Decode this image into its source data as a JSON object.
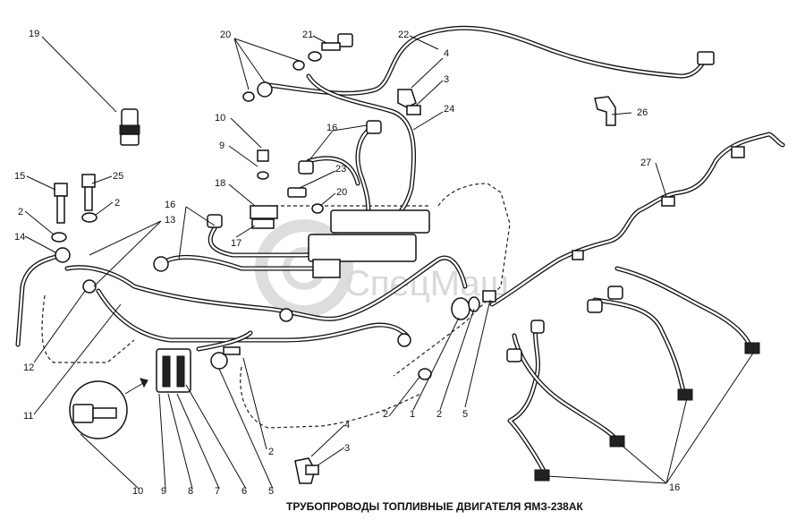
{
  "caption": "ТРУБОПРОВОДЫ ТОПЛИВНЫЕ  ДВИГАТЕЛЯ ЯМЗ-238АК",
  "watermark": "СпецМаш",
  "callouts": [
    {
      "id": "c19",
      "text": "19"
    },
    {
      "id": "c20t",
      "text": "20"
    },
    {
      "id": "c21",
      "text": "21"
    },
    {
      "id": "c22",
      "text": "22"
    },
    {
      "id": "c4t",
      "text": "4"
    },
    {
      "id": "c3t",
      "text": "3"
    },
    {
      "id": "c24",
      "text": "24"
    },
    {
      "id": "c26",
      "text": "26"
    },
    {
      "id": "c10t",
      "text": "10"
    },
    {
      "id": "c16a",
      "text": "16"
    },
    {
      "id": "c9t",
      "text": "9"
    },
    {
      "id": "c23",
      "text": "23"
    },
    {
      "id": "c27",
      "text": "27"
    },
    {
      "id": "c15",
      "text": "15"
    },
    {
      "id": "c25",
      "text": "25"
    },
    {
      "id": "c18",
      "text": "18"
    },
    {
      "id": "c20m",
      "text": "20"
    },
    {
      "id": "c2a",
      "text": "2"
    },
    {
      "id": "c2b",
      "text": "2"
    },
    {
      "id": "c16b",
      "text": "16"
    },
    {
      "id": "c13",
      "text": "13"
    },
    {
      "id": "c17",
      "text": "17"
    },
    {
      "id": "c14",
      "text": "14"
    },
    {
      "id": "c12",
      "text": "12"
    },
    {
      "id": "c11",
      "text": "11"
    },
    {
      "id": "c2c",
      "text": "2"
    },
    {
      "id": "c1",
      "text": "1"
    },
    {
      "id": "c2d",
      "text": "2"
    },
    {
      "id": "c5r",
      "text": "5"
    },
    {
      "id": "c4b",
      "text": "4"
    },
    {
      "id": "c3b",
      "text": "3"
    },
    {
      "id": "c2e",
      "text": "2"
    },
    {
      "id": "c10b",
      "text": "10"
    },
    {
      "id": "c9b",
      "text": "9"
    },
    {
      "id": "c8",
      "text": "8"
    },
    {
      "id": "c7",
      "text": "7"
    },
    {
      "id": "c6",
      "text": "6"
    },
    {
      "id": "c5b",
      "text": "5"
    },
    {
      "id": "c16c",
      "text": "16"
    }
  ]
}
